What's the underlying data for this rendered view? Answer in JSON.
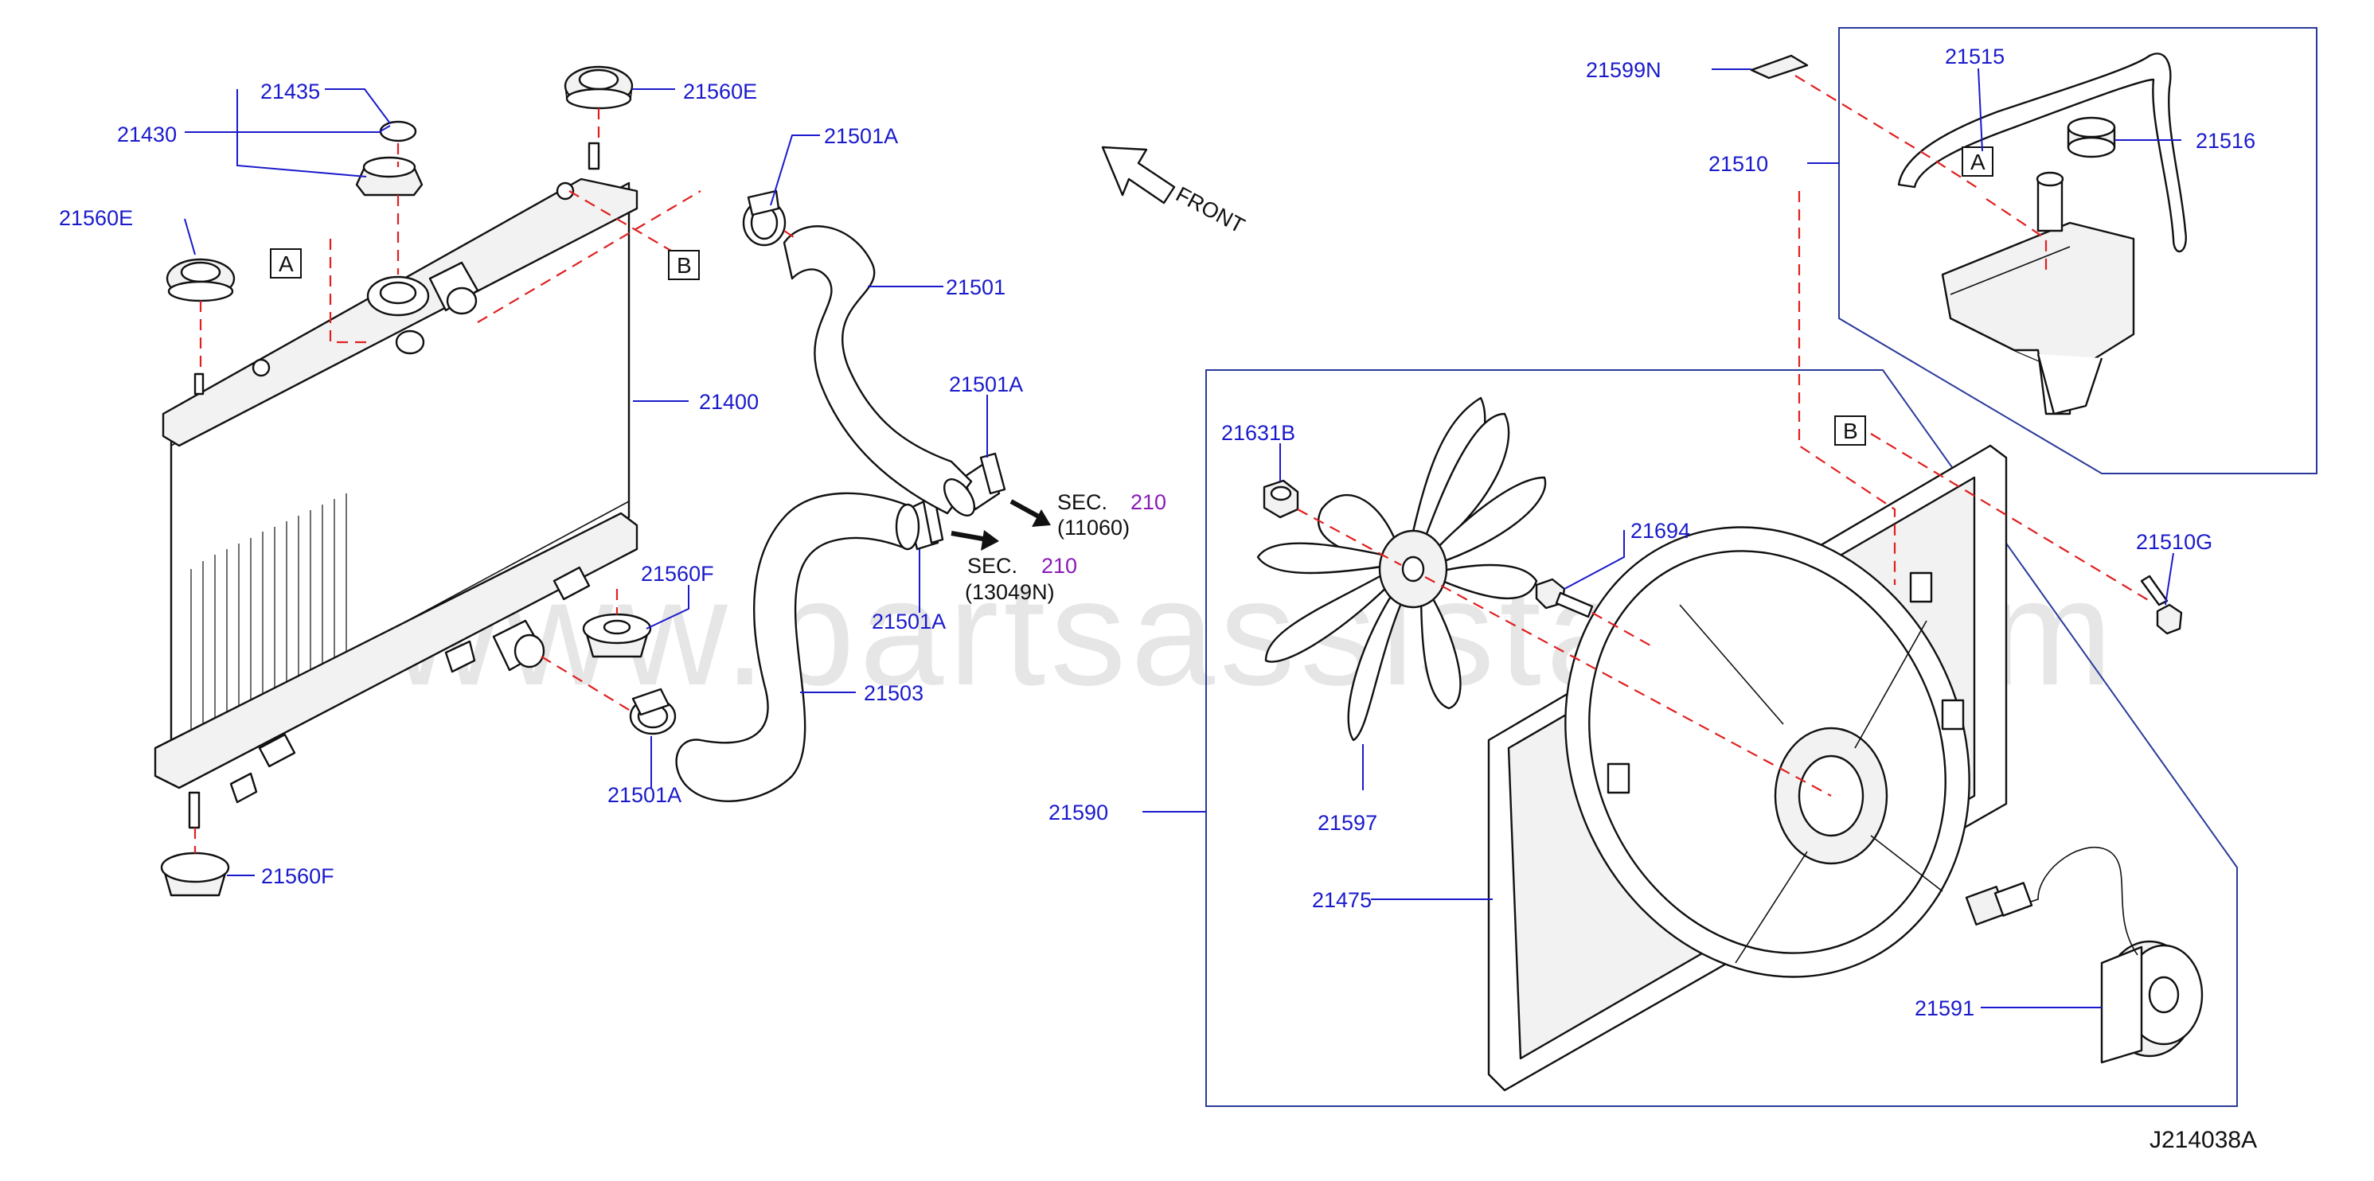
{
  "watermark": "www.partsassistant.com",
  "direction_label": "FRONT",
  "figure_code": "J214038A",
  "ref_markers": {
    "a": "A",
    "b": "B"
  },
  "sec_refs": [
    {
      "sec": "SEC.",
      "num": "210",
      "code": "(11060)"
    },
    {
      "sec": "SEC.",
      "num": "210",
      "code": "(13049N)"
    }
  ],
  "part_labels": {
    "p21430": "21430",
    "p21435": "21435",
    "p21560E_top": "21560E",
    "p21560E_left": "21560E",
    "p21501A_1": "21501A",
    "p21501": "21501",
    "p21400": "21400",
    "p21501A_2": "21501A",
    "p21560F_mid": "21560F",
    "p21501A_3": "21501A",
    "p21503": "21503",
    "p21501A_4": "21501A",
    "p21560F_bot": "21560F",
    "p21599N": "21599N",
    "p21515": "21515",
    "p21510": "21510",
    "p21516": "21516",
    "p21631B": "21631B",
    "p21694": "21694",
    "p21510G": "21510G",
    "p21590": "21590",
    "p21597": "21597",
    "p21475": "21475",
    "p21591": "21591"
  }
}
